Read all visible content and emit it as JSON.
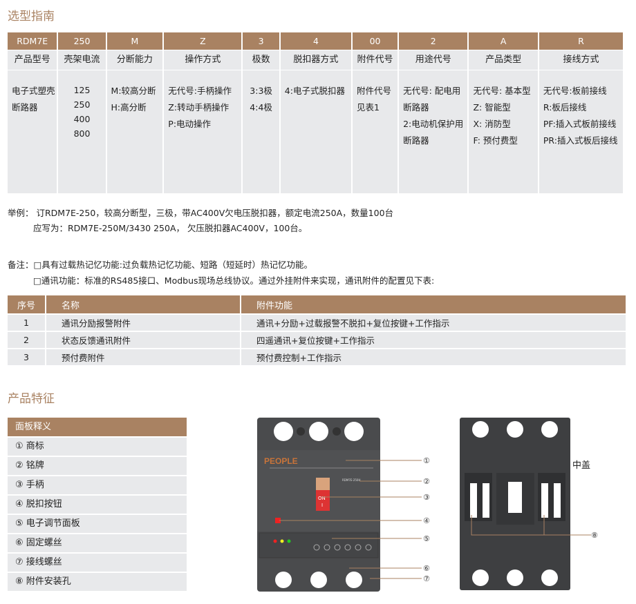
{
  "selection_title": "选型指南",
  "selection_table": {
    "codes": [
      "RDM7E",
      "250",
      "M",
      "Z",
      "3",
      "4",
      "00",
      "2",
      "A",
      "R"
    ],
    "labels": [
      "产品型号",
      "壳架电流",
      "分断能力",
      "操作方式",
      "极数",
      "脱扣器方式",
      "附件代号",
      "用途代号",
      "产品类型",
      "接线方式"
    ],
    "body": [
      [
        "电子式塑壳",
        "断路器"
      ],
      [
        "125",
        "250",
        "400",
        "800"
      ],
      [
        "M:较高分断",
        "H:高分断"
      ],
      [
        "无代号:手柄操作",
        "Z:转动手柄操作",
        "P:电动操作"
      ],
      [
        "3:3极",
        "4:4极"
      ],
      [
        "4:电子式脱扣器"
      ],
      [
        "附件代号",
        "见表1"
      ],
      [
        "无代号: 配电用",
        "断路器",
        "2:电动机保护用",
        "断路器"
      ],
      [
        "无代号: 基本型",
        "Z: 智能型",
        "X: 消防型",
        "F: 预付费型"
      ],
      [
        "无代号:板前接线",
        "R:板后接线",
        "PF:插入式板前接线",
        "PR:插入式板后接线"
      ]
    ]
  },
  "example": {
    "line1": "举例： 订RDM7E-250，较高分断型，三极，带AC400V欠电压脱扣器，额定电流250A，数量100台",
    "line2": "应写为：RDM7E-250M/3430   250A，  欠压脱扣器AC400V，100台。"
  },
  "notes": {
    "line1": "备注：□具有过载热记忆功能:过负载热记忆功能、短路（短延时）热记忆功能。",
    "line2": "□通讯功能：标准的RS485接口、Modbus现场总线协议。通过外挂附件来实现，通讯附件的配置见下表:"
  },
  "accessory_table": {
    "headers": [
      "序号",
      "名称",
      "附件功能"
    ],
    "rows": [
      [
        "1",
        "通讯分励报警附件",
        "通讯+分励+过载报警不脱扣+复位按键+工作指示"
      ],
      [
        "2",
        "状态反馈通讯附件",
        "四遥通讯+复位按键+工作指示"
      ],
      [
        "3",
        "预付费附件",
        "预付费控制+工作指示"
      ]
    ]
  },
  "features_title": "产品特征",
  "panel": {
    "title": "面板释义",
    "items": [
      "① 商标",
      "② 铭牌",
      "③ 手柄",
      "④ 脱扣按钮",
      "⑤ 电子调节面板",
      "⑥ 固定螺丝",
      "⑦ 接线螺丝",
      "⑧ 附件安装孔"
    ]
  },
  "breaker_image": {
    "brand": "PEOPLE",
    "model": "RDM7E-250H",
    "switch": "ON",
    "switch2": "I",
    "callouts": [
      "①",
      "②",
      "③",
      "④",
      "⑤",
      "⑥",
      "⑦"
    ]
  },
  "cover_image": {
    "label": "中盖",
    "callout": "⑧"
  },
  "colors": {
    "accent": "#a98262",
    "row": "#e8e9eb"
  }
}
